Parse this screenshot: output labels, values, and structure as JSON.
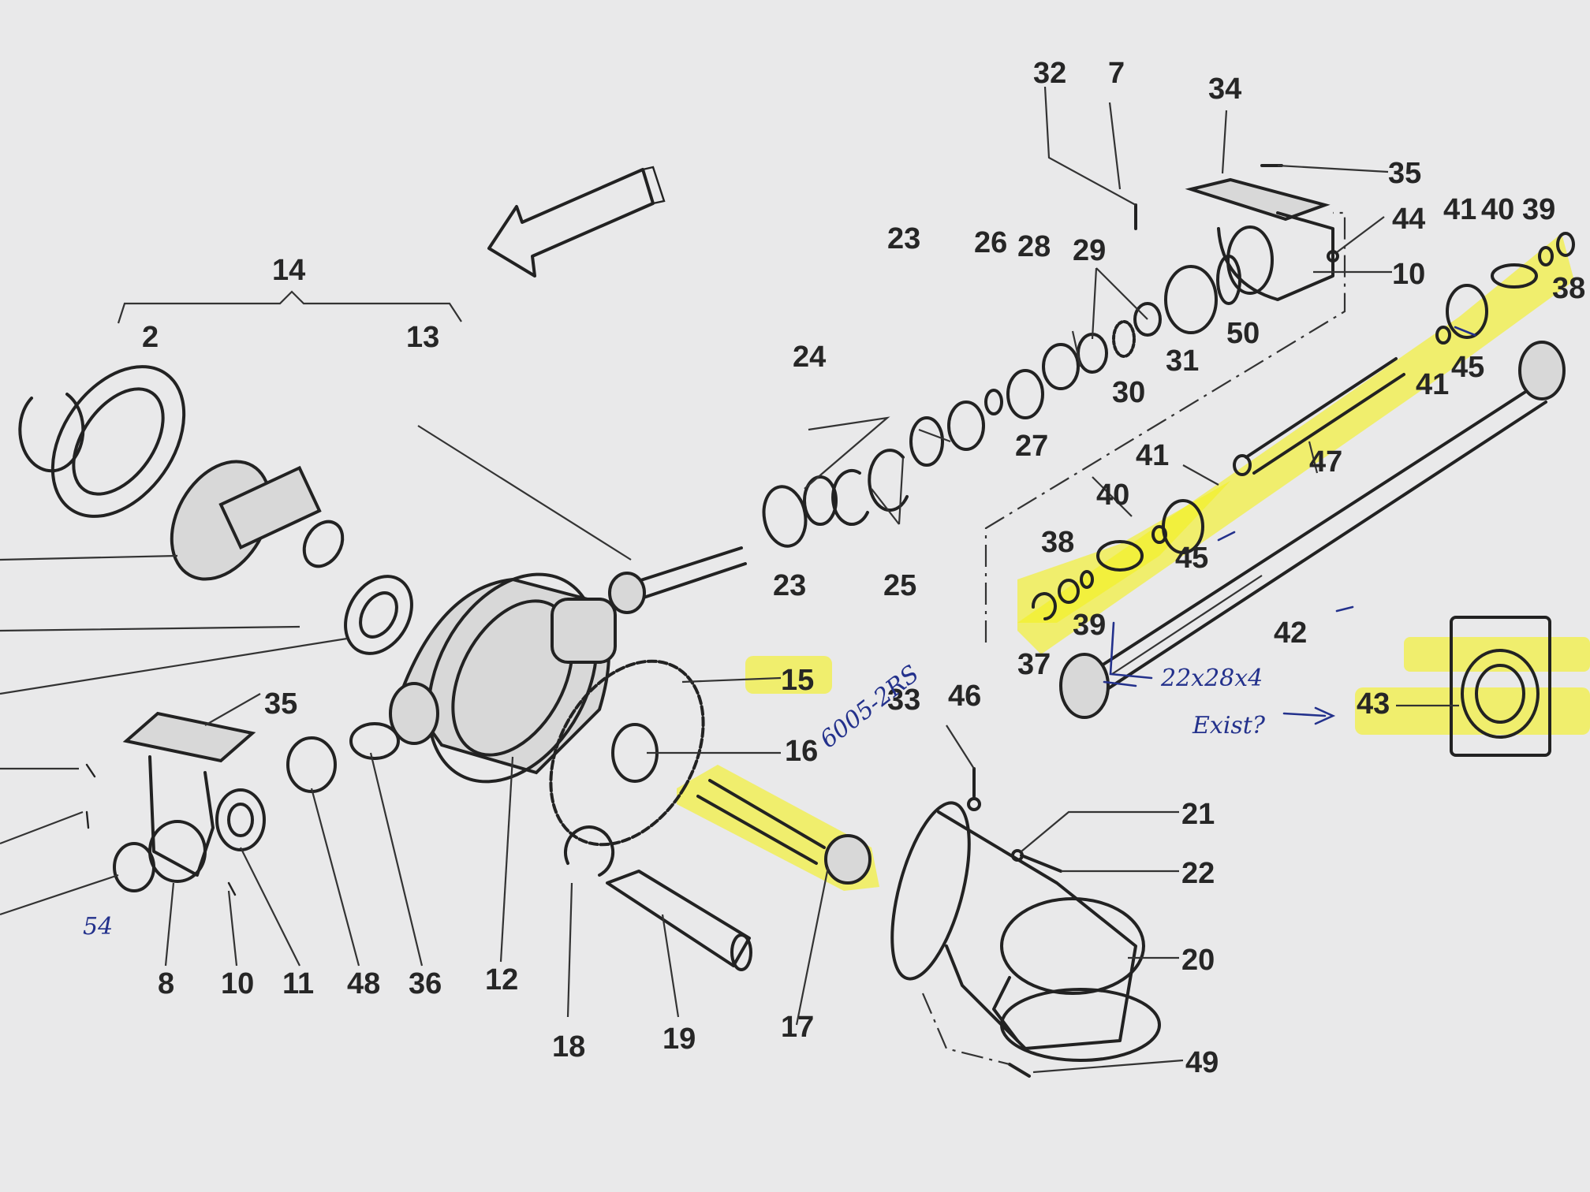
{
  "colors": {
    "paper": "#e9e9ea",
    "ink": "#222222",
    "highlighter": "#f3f021",
    "pen": "#23318c"
  },
  "labels": {
    "l14": "14",
    "l2": "2",
    "l13": "13",
    "l24": "24",
    "l23a": "23",
    "l23b": "23",
    "l25": "25",
    "l26": "26",
    "l27": "27",
    "l28": "28",
    "l29": "29",
    "l30": "30",
    "l31": "31",
    "l32": "32",
    "l7": "7",
    "l34": "34",
    "l35a": "35",
    "l44": "44",
    "l10a": "10",
    "l50": "50",
    "l41a": "41",
    "l40a": "40",
    "l39a": "39",
    "l38a": "38",
    "l45a": "45",
    "l41b": "41",
    "l47": "47",
    "l41c": "41",
    "l40b": "40",
    "l45b": "45",
    "l38b": "38",
    "l39b": "39",
    "l37": "37",
    "l42": "42",
    "l43": "43",
    "l15": "15",
    "l16": "16",
    "l33": "33",
    "l46": "46",
    "l21": "21",
    "l22": "22",
    "l20": "20",
    "l49": "49",
    "l17": "17",
    "l18": "18",
    "l19": "19",
    "l12": "12",
    "l36": "36",
    "l48": "48",
    "l11": "11",
    "l10b": "10",
    "l8": "8",
    "l35b": "35"
  },
  "handwriting": {
    "bearing": "6005-2RS",
    "seal": "22x28x4",
    "exist": "Exist?",
    "n54": "54"
  }
}
